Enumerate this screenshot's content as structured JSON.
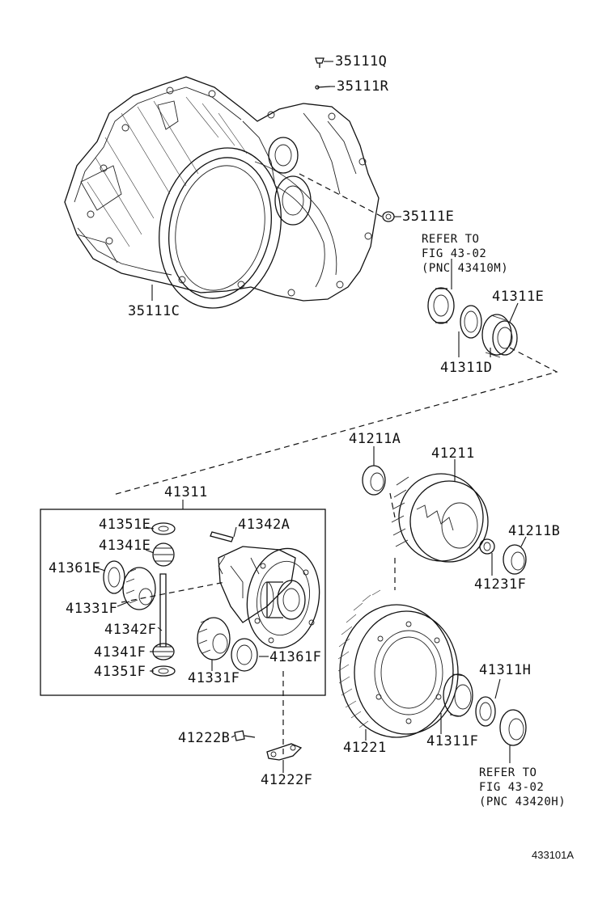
{
  "diagram": {
    "parts": [
      {
        "id": "35111Q",
        "label": "35111Q"
      },
      {
        "id": "35111R",
        "label": "35111R"
      },
      {
        "id": "35111E",
        "label": "35111E"
      },
      {
        "id": "35111C",
        "label": "35111C"
      },
      {
        "id": "41311E",
        "label": "41311E"
      },
      {
        "id": "41311D",
        "label": "41311D"
      },
      {
        "id": "41211A",
        "label": "41211A"
      },
      {
        "id": "41211",
        "label": "41211"
      },
      {
        "id": "41211B",
        "label": "41211B"
      },
      {
        "id": "41231F",
        "label": "41231F"
      },
      {
        "id": "41311",
        "label": "41311"
      },
      {
        "id": "41351E",
        "label": "41351E"
      },
      {
        "id": "41342A",
        "label": "41342A"
      },
      {
        "id": "41341E",
        "label": "41341E"
      },
      {
        "id": "41361E",
        "label": "41361E"
      },
      {
        "id": "41331F_left",
        "label": "41331F"
      },
      {
        "id": "41342F",
        "label": "41342F"
      },
      {
        "id": "41341F",
        "label": "41341F"
      },
      {
        "id": "41351F",
        "label": "41351F"
      },
      {
        "id": "41331F_bottom",
        "label": "41331F"
      },
      {
        "id": "41361F",
        "label": "41361F"
      },
      {
        "id": "41311H",
        "label": "41311H"
      },
      {
        "id": "41221",
        "label": "41221"
      },
      {
        "id": "41311F",
        "label": "41311F"
      },
      {
        "id": "41222B",
        "label": "41222B"
      },
      {
        "id": "41222F",
        "label": "41222F"
      }
    ],
    "notes": {
      "refer_top": [
        "REFER TO",
        "FIG 43-02",
        "(PNC 43410M)"
      ],
      "refer_bottom": [
        "REFER TO",
        "FIG 43-02",
        "(PNC 43420H)"
      ]
    },
    "figure_id": "433101A"
  }
}
